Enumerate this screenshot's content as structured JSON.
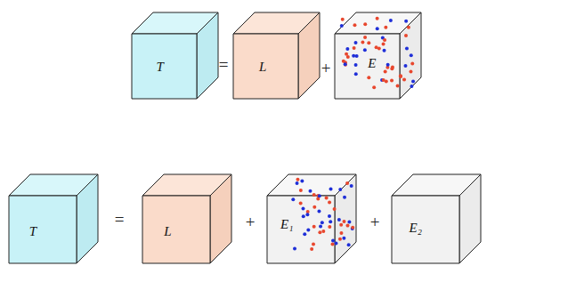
{
  "diagram": {
    "nodes": [
      {
        "text": [
          "T"
        ]
      },
      {
        "text": [
          "L"
        ]
      },
      {
        "text": [
          "E"
        ]
      },
      {
        "text": [
          "T"
        ]
      },
      {
        "text": [
          "L"
        ]
      },
      {
        "text": [
          "E₁"
        ]
      },
      {
        "text": [
          "E₂"
        ]
      }
    ],
    "labels": [
      "=",
      "+",
      "=",
      "+",
      "+"
    ]
  }
}
